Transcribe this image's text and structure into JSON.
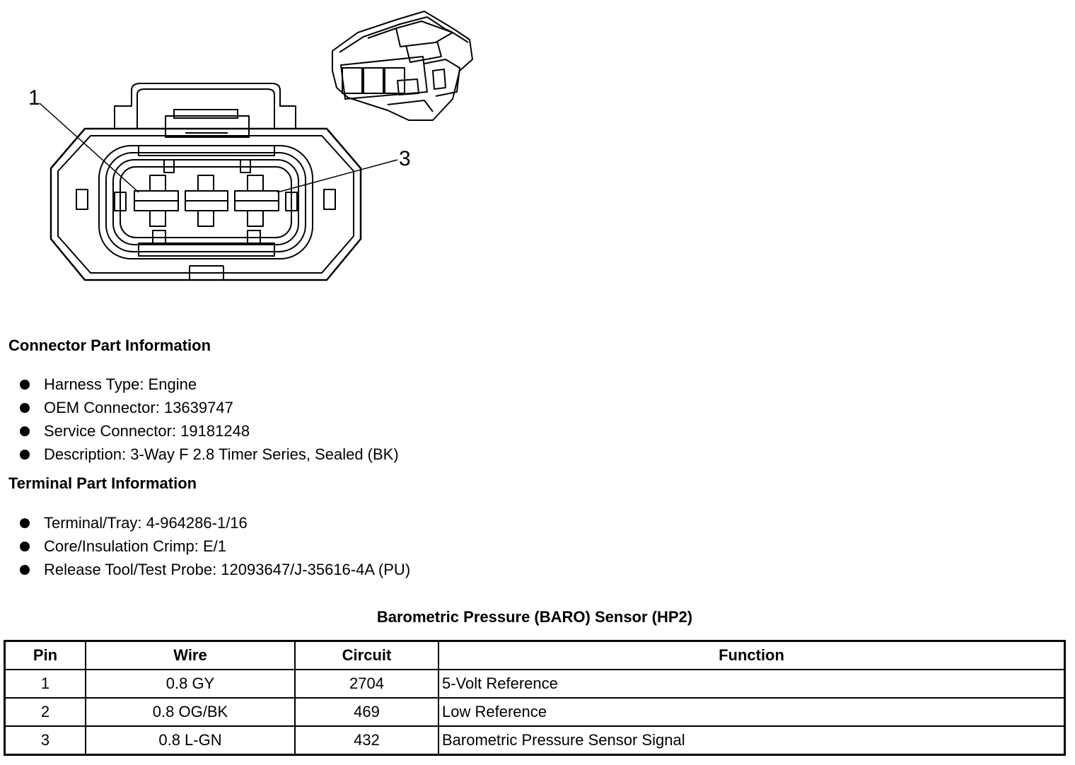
{
  "diagram": {
    "callouts": [
      "1",
      "3"
    ]
  },
  "connector_info": {
    "heading": "Connector Part Information",
    "items": [
      "Harness Type: Engine",
      "OEM Connector: 13639747",
      "Service Connector: 19181248",
      "Description: 3-Way F 2.8 Timer Series, Sealed (BK)"
    ]
  },
  "terminal_info": {
    "heading": "Terminal Part Information",
    "items": [
      "Terminal/Tray: 4-964286-1/16",
      "Core/Insulation Crimp: E/1",
      "Release Tool/Test Probe: 12093647/J-35616-4A (PU)"
    ]
  },
  "table": {
    "title": "Barometric Pressure (BARO) Sensor (HP2)",
    "headers": [
      "Pin",
      "Wire",
      "Circuit",
      "Function"
    ],
    "rows": [
      [
        "1",
        "0.8 GY",
        "2704",
        "5-Volt Reference"
      ],
      [
        "2",
        "0.8 OG/BK",
        "469",
        "Low Reference"
      ],
      [
        "3",
        "0.8 L-GN",
        "432",
        "Barometric Pressure Sensor Signal"
      ]
    ]
  }
}
